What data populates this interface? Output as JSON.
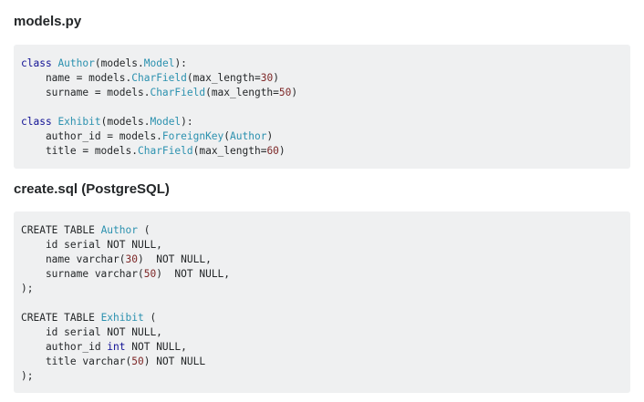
{
  "sections": [
    {
      "title": "models.py",
      "lines": [
        [
          {
            "t": "kw",
            "v": "class"
          },
          {
            "t": "p",
            "v": " "
          },
          {
            "t": "ty",
            "v": "Author"
          },
          {
            "t": "p",
            "v": "(models."
          },
          {
            "t": "ty",
            "v": "Model"
          },
          {
            "t": "p",
            "v": "):"
          }
        ],
        [
          {
            "t": "p",
            "v": "    name = models."
          },
          {
            "t": "ty",
            "v": "CharField"
          },
          {
            "t": "p",
            "v": "(max_length="
          },
          {
            "t": "num",
            "v": "30"
          },
          {
            "t": "p",
            "v": ")"
          }
        ],
        [
          {
            "t": "p",
            "v": "    surname = models."
          },
          {
            "t": "ty",
            "v": "CharField"
          },
          {
            "t": "p",
            "v": "(max_length="
          },
          {
            "t": "num",
            "v": "50"
          },
          {
            "t": "p",
            "v": ")"
          }
        ],
        [],
        [
          {
            "t": "kw",
            "v": "class"
          },
          {
            "t": "p",
            "v": " "
          },
          {
            "t": "ty",
            "v": "Exhibit"
          },
          {
            "t": "p",
            "v": "(models."
          },
          {
            "t": "ty",
            "v": "Model"
          },
          {
            "t": "p",
            "v": "):"
          }
        ],
        [
          {
            "t": "p",
            "v": "    author_id = models."
          },
          {
            "t": "ty",
            "v": "ForeignKey"
          },
          {
            "t": "p",
            "v": "("
          },
          {
            "t": "ty",
            "v": "Author"
          },
          {
            "t": "p",
            "v": ")"
          }
        ],
        [
          {
            "t": "p",
            "v": "    title = models."
          },
          {
            "t": "ty",
            "v": "CharField"
          },
          {
            "t": "p",
            "v": "(max_length="
          },
          {
            "t": "num",
            "v": "60"
          },
          {
            "t": "p",
            "v": ")"
          }
        ]
      ]
    },
    {
      "title": "create.sql (PostgreSQL)",
      "lines": [
        [
          {
            "t": "p",
            "v": "CREATE TABLE "
          },
          {
            "t": "ty",
            "v": "Author"
          },
          {
            "t": "p",
            "v": " ("
          }
        ],
        [
          {
            "t": "p",
            "v": "    id serial NOT NULL,"
          }
        ],
        [
          {
            "t": "p",
            "v": "    name varchar("
          },
          {
            "t": "num",
            "v": "30"
          },
          {
            "t": "p",
            "v": ")  NOT NULL,"
          }
        ],
        [
          {
            "t": "p",
            "v": "    surname varchar("
          },
          {
            "t": "num",
            "v": "50"
          },
          {
            "t": "p",
            "v": ")  NOT NULL,"
          }
        ],
        [
          {
            "t": "p",
            "v": ");"
          }
        ],
        [],
        [
          {
            "t": "p",
            "v": "CREATE TABLE "
          },
          {
            "t": "ty",
            "v": "Exhibit"
          },
          {
            "t": "p",
            "v": " ("
          }
        ],
        [
          {
            "t": "p",
            "v": "    id serial NOT NULL,"
          }
        ],
        [
          {
            "t": "p",
            "v": "    author_id "
          },
          {
            "t": "kw",
            "v": "int"
          },
          {
            "t": "p",
            "v": " NOT NULL,"
          }
        ],
        [
          {
            "t": "p",
            "v": "    title varchar("
          },
          {
            "t": "num",
            "v": "50"
          },
          {
            "t": "p",
            "v": ") NOT NULL"
          }
        ],
        [
          {
            "t": "p",
            "v": ");"
          }
        ]
      ]
    }
  ],
  "colors": {
    "code_background": "#eff0f1",
    "keyword": "#101094",
    "type": "#2b91af",
    "number": "#7d2727",
    "text": "#242729"
  }
}
